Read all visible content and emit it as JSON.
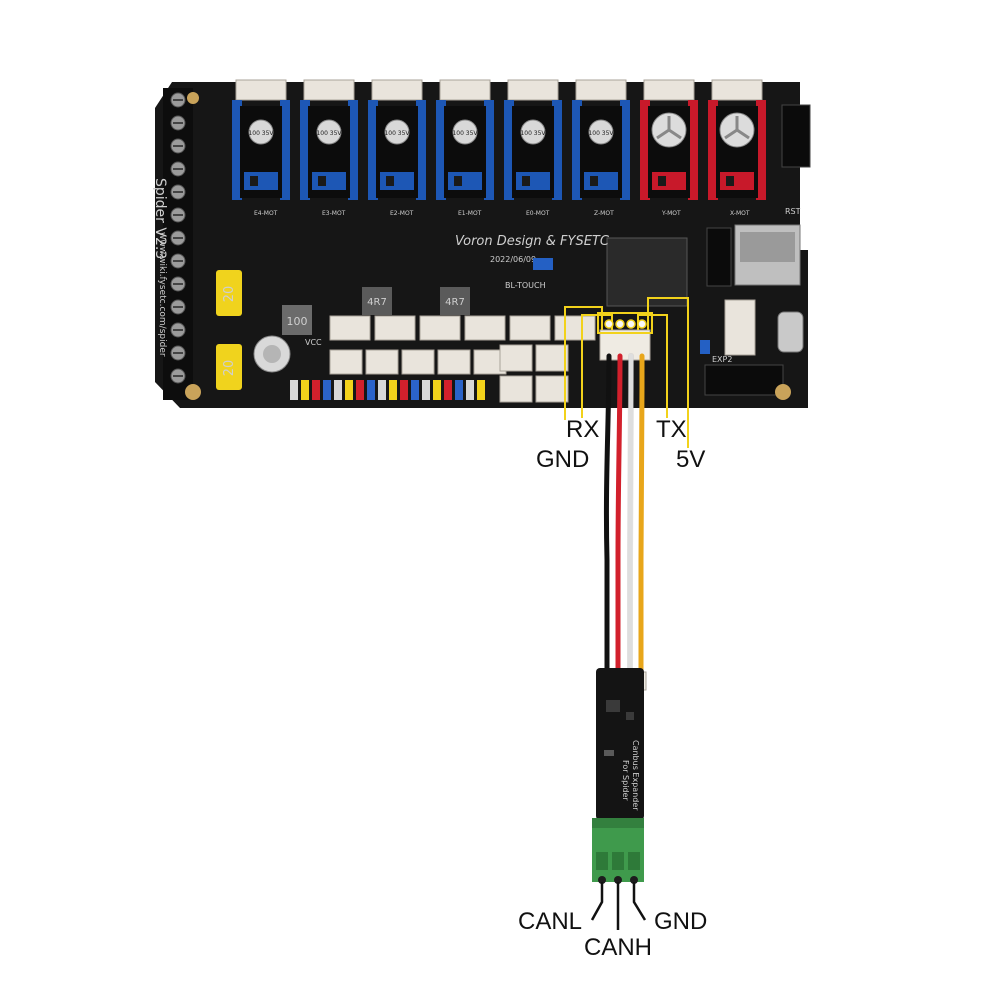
{
  "board": {
    "model_text": "Spider V2.3",
    "wiki_text": "www.wiki.fysetc.com/spider",
    "brand_text": "Voron Design & FYSETC",
    "date_text": "2022/06/09",
    "motor_labels": [
      "E4-MOT",
      "E3-MOT",
      "E2-MOT",
      "E1-MOT",
      "E0-MOT",
      "Z-MOT",
      "Y-MOT",
      "X-MOT"
    ],
    "fuse_text": "20",
    "inductor_text": "100",
    "choke_text": "4R7",
    "bltouch_text": "BL-TOUCH",
    "vcc_text": "VCC",
    "rst_text": "RST",
    "exp_text": "EXP2",
    "driver_cap_text": "100 35V"
  },
  "pin_labels": {
    "rx": "RX",
    "gnd": "GND",
    "tx": "TX",
    "v5": "5V"
  },
  "module": {
    "line1": "Canbus Expander",
    "line2": "For Spider"
  },
  "terminal_labels": {
    "canl": "CANL",
    "canh": "CANH",
    "gnd": "GND"
  },
  "colors": {
    "board": "#161616",
    "driver_blue": "#1d57b5",
    "driver_red": "#c8192a",
    "connector_white": "#e9e4dc",
    "terminal_green": "#3f9a4c",
    "callout_yellow": "#f2d21b",
    "wire_black": "#111111",
    "wire_red": "#d2202c",
    "wire_white": "#f4f4f4",
    "wire_yellow": "#e8a61a"
  }
}
